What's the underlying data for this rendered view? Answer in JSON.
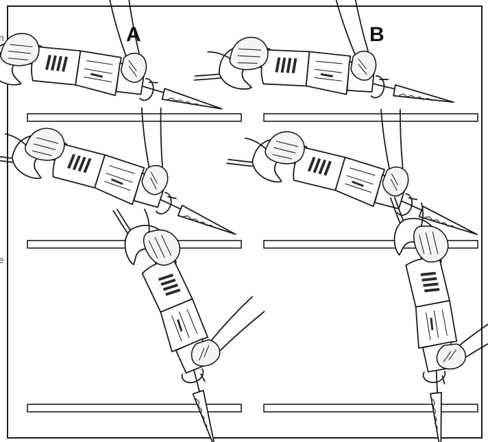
{
  "labels": {
    "column_a": "A",
    "column_b": "B"
  },
  "page_edge": {
    "top_fragment": "n",
    "mid_fragment": "e"
  }
}
